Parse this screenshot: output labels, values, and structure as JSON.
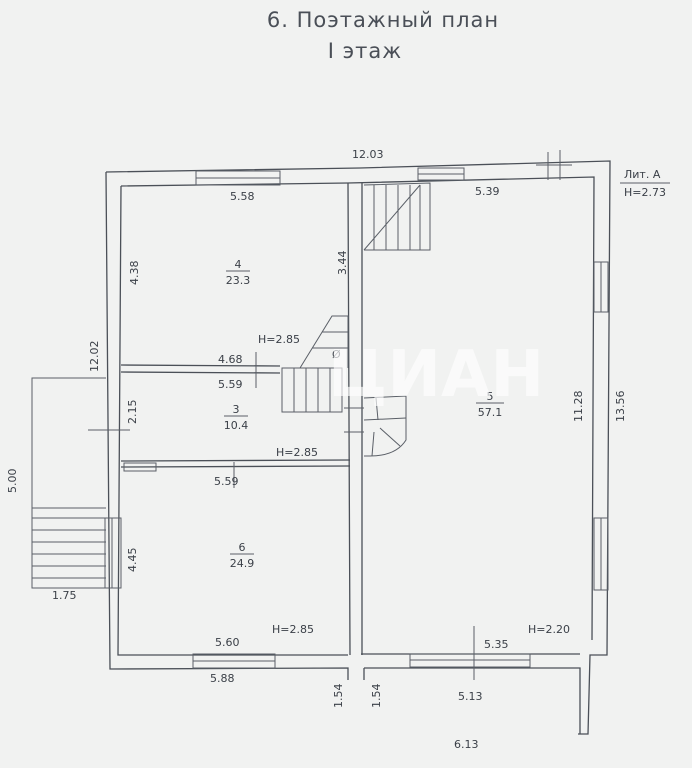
{
  "title": {
    "line1": "6. Поэтажный план",
    "line2": "I этаж"
  },
  "lit": {
    "line1": "Лит. А",
    "line2": "H=2.73"
  },
  "watermark": "ЦИАН",
  "dims": {
    "top_total": "12.03",
    "left_total": "12.02",
    "right_total": "13.56",
    "right_inner": "11.28",
    "stair_width": "1.75",
    "stair_len": "5.00",
    "r4_top": "5.58",
    "r4_side": "4.38",
    "r4_right": "3.44",
    "r3_top_a": "4.68",
    "r3_top_b": "5.59",
    "r3_side": "2.15",
    "r3_bottom": "5.59",
    "r6_side": "4.45",
    "r6_bottom": "5.60",
    "outer_bottom_left": "5.88",
    "r5_top": "5.39",
    "r5_bottom": "5.35",
    "ext_bottom": "5.13",
    "ext_total": "6.13",
    "pass_a": "1.54",
    "pass_b": "1.54"
  },
  "rooms": [
    {
      "num": "4",
      "area": "23.3"
    },
    {
      "num": "3",
      "area": "10.4"
    },
    {
      "num": "6",
      "area": "24.9"
    },
    {
      "num": "5",
      "area": "57.1"
    }
  ],
  "heights": {
    "h_upper": "H=2.85",
    "h_mid": "H=2.85",
    "h_r6": "H=2.85",
    "h_r5": "H=2.20"
  },
  "symbol": "Ø"
}
